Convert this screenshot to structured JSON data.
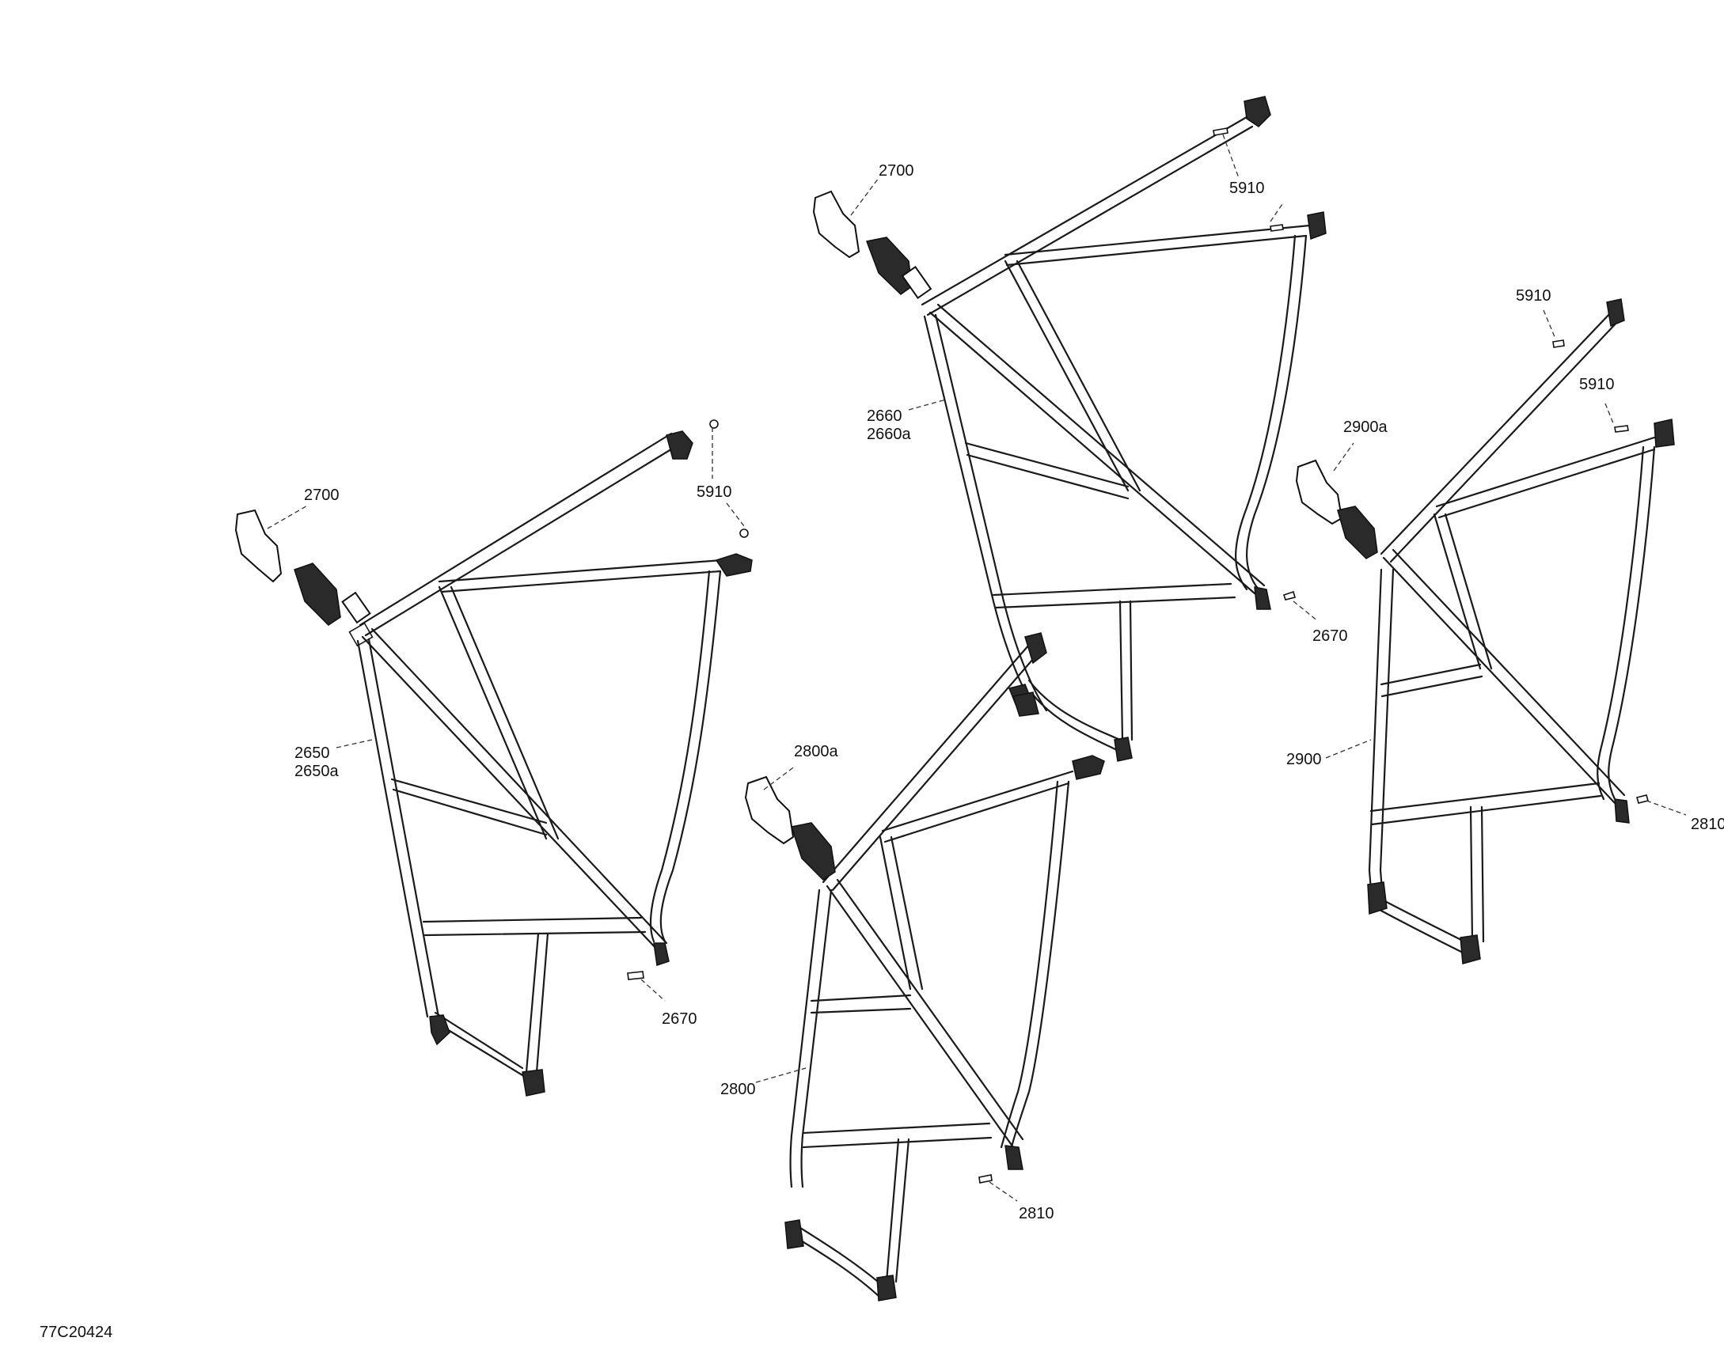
{
  "drawing_code": "77C20424",
  "labels": {
    "net_a": {
      "p2700": "2700",
      "p5910": "5910",
      "p2650": "2650",
      "p2650a": "2650a",
      "p2670": "2670"
    },
    "net_b": {
      "p2700": "2700",
      "p5910": "5910",
      "p2660": "2660",
      "p2660a": "2660a",
      "p2670": "2670"
    },
    "net_c": {
      "p2800a": "2800a",
      "p2800": "2800",
      "p2810": "2810"
    },
    "net_d": {
      "p5910_top": "5910",
      "p5910_mid": "5910",
      "p2900a": "2900a",
      "p2900": "2900",
      "p2810": "2810"
    }
  }
}
